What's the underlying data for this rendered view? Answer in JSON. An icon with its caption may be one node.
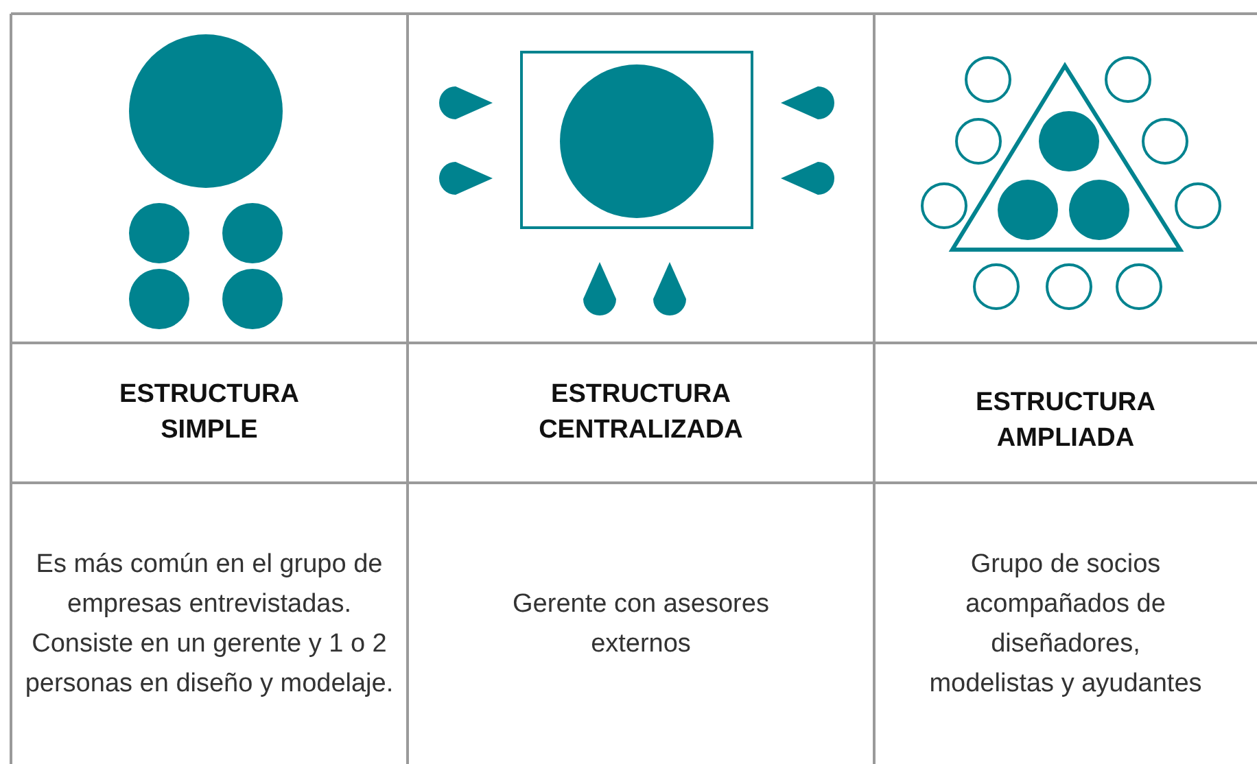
{
  "diagram": {
    "labels": [
      "ESTRUCTURA SIMPLE",
      "ESTRUCTURA CENTRALIZADA",
      "ESTRUCTURA AMPLIADA",
      "Es más común en el grupo de empresas entrevistadas.",
      "Consiste en un gerente y 1 o 2 personas en diseño y modelaje.",
      "Gerente con asesores externos",
      "Grupo de socios acompañados de diseñadores, modelistas y ayudantes"
    ]
  }
}
